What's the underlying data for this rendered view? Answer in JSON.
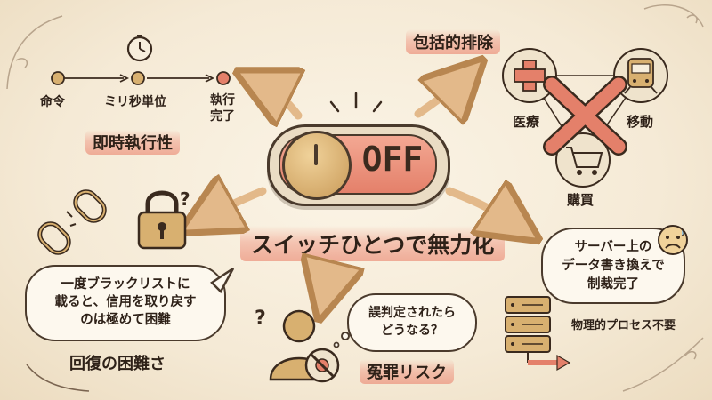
{
  "center": {
    "toggle_state": "OFF",
    "title": "スイッチひとつで無力化"
  },
  "immediate": {
    "steps": [
      "命令",
      "ミリ秒単位",
      "執行\n完了"
    ],
    "heading": "即時執行性"
  },
  "exclusion": {
    "heading": "包括的排除",
    "items": [
      "医療",
      "移動",
      "購買"
    ]
  },
  "recovery": {
    "bubble": "一度ブラックリストに\n載ると、信用を取り戻す\nのは極めて困難",
    "heading": "回復の困難さ"
  },
  "false_accusation": {
    "bubble": "誤判定されたら\nどうなる？",
    "heading": "冤罪リスク"
  },
  "data_sanction": {
    "bubble": "サーバー上の\nデータ書き換えで\n制裁完了",
    "caption": "物理的プロセス不要"
  },
  "colors": {
    "accent_red": "#e4806a",
    "ink": "#4a3a2c",
    "gold": "#d8b070",
    "paper": "#f7eedc"
  }
}
